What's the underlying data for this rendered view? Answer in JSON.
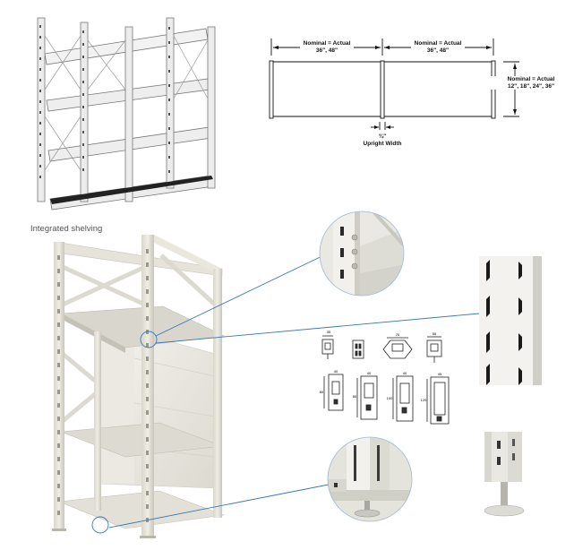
{
  "section_title": "Integrated shelving",
  "dimensions": {
    "nominal_width_left": "Nominal = Actual\n36\", 48\"",
    "nominal_width_right": "Nominal = Actual\n36\", 48\"",
    "nominal_depth": "Nominal = Actual\n12\", 18\", 24\", 36\"",
    "upright_width_value": "¾\"",
    "upright_width_label": "Upright Width"
  },
  "profile_dims": {
    "p1_top": "35",
    "p3_top": "70",
    "p4_top": "55",
    "b1_w": "40",
    "b1_h": "80",
    "b2_w": "40",
    "b2_h": "80",
    "b3_w": "40",
    "b3_h": "100",
    "b4_w": "45",
    "b4_h": "120"
  },
  "colors": {
    "frame": "#e8e6dc",
    "frame_shadow": "#c9c7bc",
    "callout_line": "#3a78b8",
    "dimension_line": "#111111",
    "slot": "#1a1a1a"
  }
}
